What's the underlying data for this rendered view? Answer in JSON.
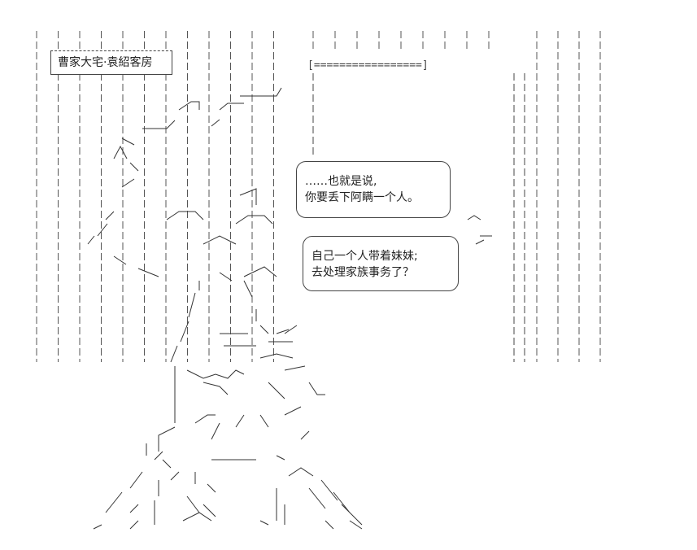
{
  "caption": {
    "text": "曹家大宅·袁紹客房"
  },
  "dialogue": [
    {
      "lines": [
        "……也就是说,",
        "你要丢下阿瞒一个人。"
      ]
    },
    {
      "lines": [
        "自己一个人带着妹妹;",
        "去处理家族事务了？"
      ]
    }
  ],
  "door": {
    "lintel": "[=================]"
  }
}
